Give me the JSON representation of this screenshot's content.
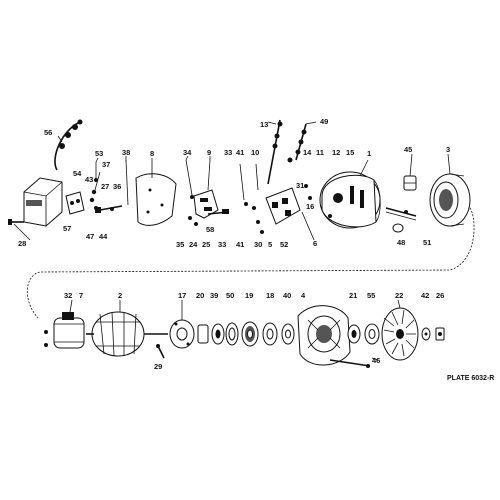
{
  "diagram": {
    "plate_label": "PLATE 6032-R",
    "callouts": [
      {
        "id": "c56",
        "text": "56"
      },
      {
        "id": "c53",
        "text": "53"
      },
      {
        "id": "c37",
        "text": "37"
      },
      {
        "id": "c38",
        "text": "38"
      },
      {
        "id": "c8",
        "text": "8"
      },
      {
        "id": "c34",
        "text": "34"
      },
      {
        "id": "c9",
        "text": "9"
      },
      {
        "id": "c33a",
        "text": "33"
      },
      {
        "id": "c41a",
        "text": "41"
      },
      {
        "id": "c10",
        "text": "10"
      },
      {
        "id": "c13",
        "text": "13"
      },
      {
        "id": "c49",
        "text": "49"
      },
      {
        "id": "c14",
        "text": "14"
      },
      {
        "id": "c11",
        "text": "11"
      },
      {
        "id": "c12",
        "text": "12"
      },
      {
        "id": "c15",
        "text": "15"
      },
      {
        "id": "c1",
        "text": "1"
      },
      {
        "id": "c45",
        "text": "45"
      },
      {
        "id": "c3",
        "text": "3"
      },
      {
        "id": "c54",
        "text": "54"
      },
      {
        "id": "c43",
        "text": "43"
      },
      {
        "id": "c27",
        "text": "27"
      },
      {
        "id": "c36",
        "text": "36"
      },
      {
        "id": "c57",
        "text": "57"
      },
      {
        "id": "c47",
        "text": "47"
      },
      {
        "id": "c44",
        "text": "44"
      },
      {
        "id": "c28",
        "text": "28"
      },
      {
        "id": "c58",
        "text": "58"
      },
      {
        "id": "c35",
        "text": "35"
      },
      {
        "id": "c24",
        "text": "24"
      },
      {
        "id": "c25",
        "text": "25"
      },
      {
        "id": "c33b",
        "text": "33"
      },
      {
        "id": "c41b",
        "text": "41"
      },
      {
        "id": "c30",
        "text": "30"
      },
      {
        "id": "c5",
        "text": "5"
      },
      {
        "id": "c52",
        "text": "52"
      },
      {
        "id": "c31",
        "text": "31"
      },
      {
        "id": "c16",
        "text": "16"
      },
      {
        "id": "c6",
        "text": "6"
      },
      {
        "id": "c48",
        "text": "48"
      },
      {
        "id": "c51",
        "text": "51"
      },
      {
        "id": "c32",
        "text": "32"
      },
      {
        "id": "c7",
        "text": "7"
      },
      {
        "id": "c2",
        "text": "2"
      },
      {
        "id": "c17",
        "text": "17"
      },
      {
        "id": "c20",
        "text": "20"
      },
      {
        "id": "c39",
        "text": "39"
      },
      {
        "id": "c50",
        "text": "50"
      },
      {
        "id": "c19",
        "text": "19"
      },
      {
        "id": "c18",
        "text": "18"
      },
      {
        "id": "c40",
        "text": "40"
      },
      {
        "id": "c4",
        "text": "4"
      },
      {
        "id": "c21",
        "text": "21"
      },
      {
        "id": "c55",
        "text": "55"
      },
      {
        "id": "c22",
        "text": "22"
      },
      {
        "id": "c42",
        "text": "42"
      },
      {
        "id": "c26",
        "text": "26"
      },
      {
        "id": "c29",
        "text": "29"
      },
      {
        "id": "c46",
        "text": "46"
      }
    ]
  }
}
